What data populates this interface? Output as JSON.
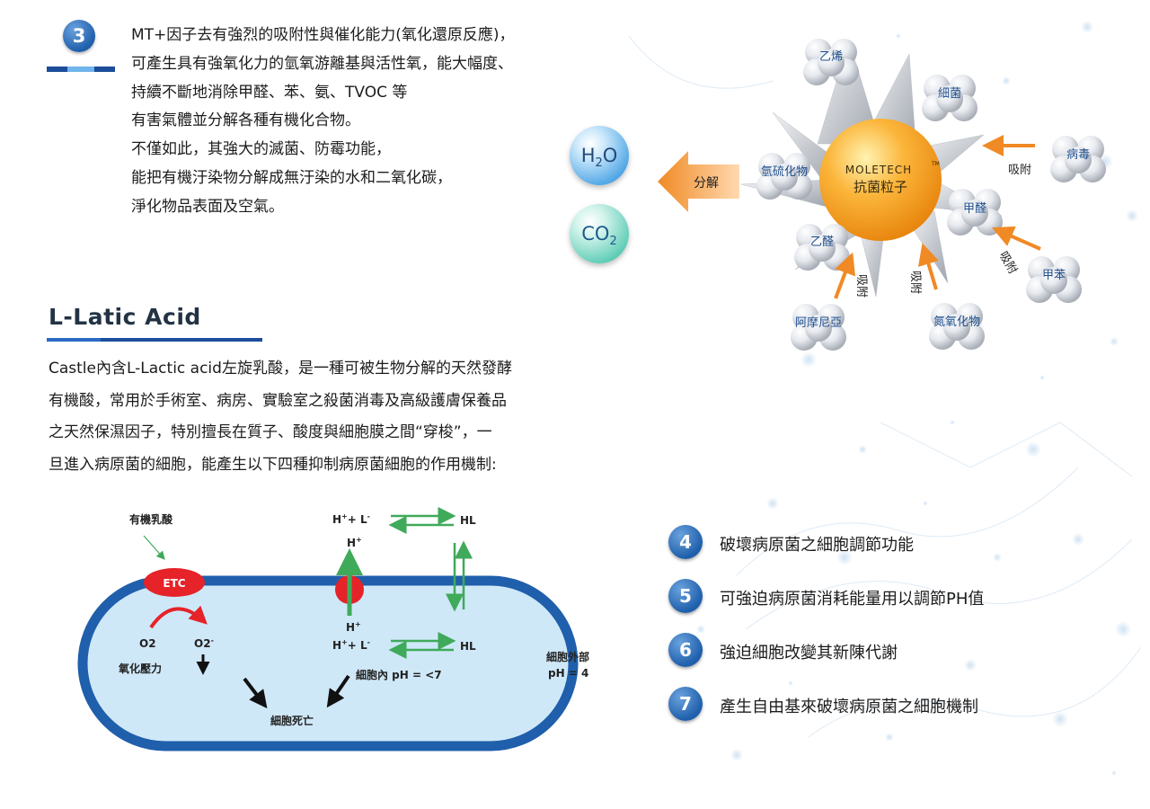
{
  "section3": {
    "number": "3",
    "lines": [
      "MT+因子去有強烈的吸附性與催化能力(氧化還原反應)，",
      "可產生具有強氧化力的氫氧游離基與活性氧，能大幅度、",
      "持續不斷地消除甲醛、苯、氨、TVOC 等",
      "有害氣體並分解各種有機化合物。",
      "不僅如此，其強大的滅菌、防霉功能，",
      "能把有機汙染物分解成無汙染的水和二氧化碳，",
      "淨化物品表面及空氣。"
    ]
  },
  "products": {
    "h2o_main": "H",
    "h2o_sub": "2",
    "h2o_end": "O",
    "co2_main": "CO",
    "co2_sub": "2"
  },
  "molecule_diagram": {
    "center_brand": "MOLETECH",
    "center_tm": "TM",
    "center_label": "抗菌粒子",
    "decompose_label": "分解",
    "adsorb_label": "吸附",
    "nodes": {
      "ethylene": "乙烯",
      "bacteria": "細菌",
      "virus": "病毒",
      "sulfide": "氫硫化物",
      "formaldehyde": "甲醛",
      "acetaldehyde": "乙醛",
      "toluene": "甲苯",
      "ammonia": "阿摩尼亞",
      "nitrogen_oxide": "氮氧化物"
    }
  },
  "lactic": {
    "heading": "L-Latic Acid",
    "lines": [
      "Castle內含L-Lactic acid左旋乳酸，是一種可被生物分解的天然發酵",
      "有機酸，常用於手術室、病房、實驗室之殺菌消毒及高級護膚保養品",
      "之天然保濕因子，特別擅長在質子、酸度與細胞膜之間“穿梭”，一",
      "旦進入病原菌的細胞，能產生以下四種抑制病原菌細胞的作用機制:"
    ]
  },
  "cell_diagram": {
    "organic_lactic": "有機乳酸",
    "etc": "ETC",
    "top_eq_h": "H",
    "top_eq_rest": "+ L",
    "hl": "HL",
    "h_plus": "H",
    "o2": "O2",
    "o2_minus": "O2",
    "oxidative_stress": "氧化壓力",
    "inside_ph": "細胞內 pH = <7",
    "outside_label": "細胞外部",
    "outside_ph": "pH = 4",
    "cell_death": "細胞死亡"
  },
  "mechanisms": [
    {
      "num": "4",
      "text": "破壞病原菌之細胞調節功能"
    },
    {
      "num": "5",
      "text": "可強迫病原菌消耗能量用以調節PH值"
    },
    {
      "num": "6",
      "text": "強迫細胞改變其新陳代謝"
    },
    {
      "num": "7",
      "text": "產生自由基來破壞病原菌之細胞機制"
    }
  ],
  "colors": {
    "badge_blue": "#1f5fab",
    "heading_line": "#1b4d9b",
    "arrow_orange": "#f08a24",
    "membrane_blue": "#1f5fab",
    "cell_fill": "#cfe8f8",
    "red": "#e52329",
    "green": "#3faa5a"
  }
}
